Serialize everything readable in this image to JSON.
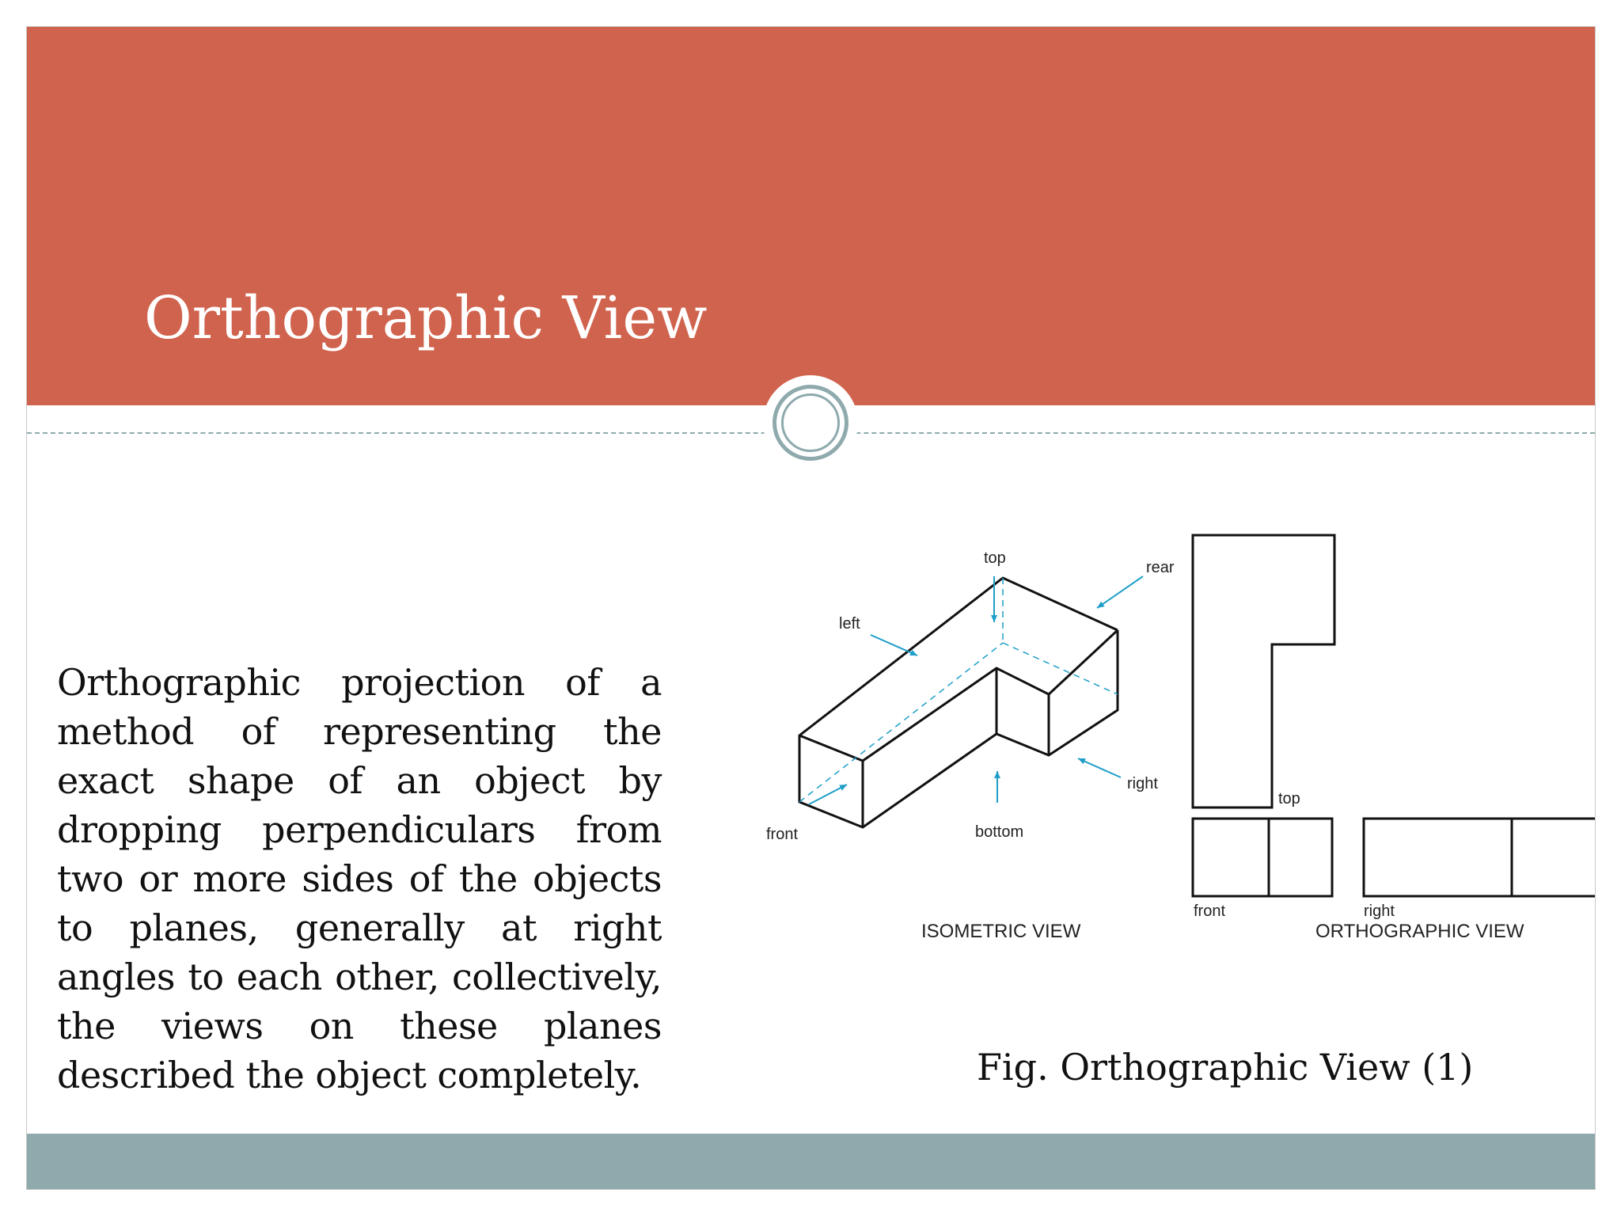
{
  "slide": {
    "title": "Orthographic View",
    "body": "Orthographic projection of a method of representing the exact shape of an object by dropping perpendiculars from two or more sides of the objects to planes, generally at right angles to each other, collectively, the views on these planes described the object completely.",
    "caption": "Fig. Orthographic View (1)"
  },
  "figure": {
    "isometric": {
      "heading": "ISOMETRIC VIEW",
      "labels": {
        "top": "top",
        "rear": "rear",
        "left": "left",
        "right": "right",
        "front": "front",
        "bottom": "bottom"
      }
    },
    "orthographic": {
      "heading": "ORTHOGRAPHIC VIEW",
      "labels": {
        "top": "top",
        "front": "front",
        "right": "right"
      }
    }
  },
  "colors": {
    "header": "#d0634d",
    "accent": "#8eaaac",
    "arrow": "#1e9ec8",
    "text": "#111111"
  }
}
